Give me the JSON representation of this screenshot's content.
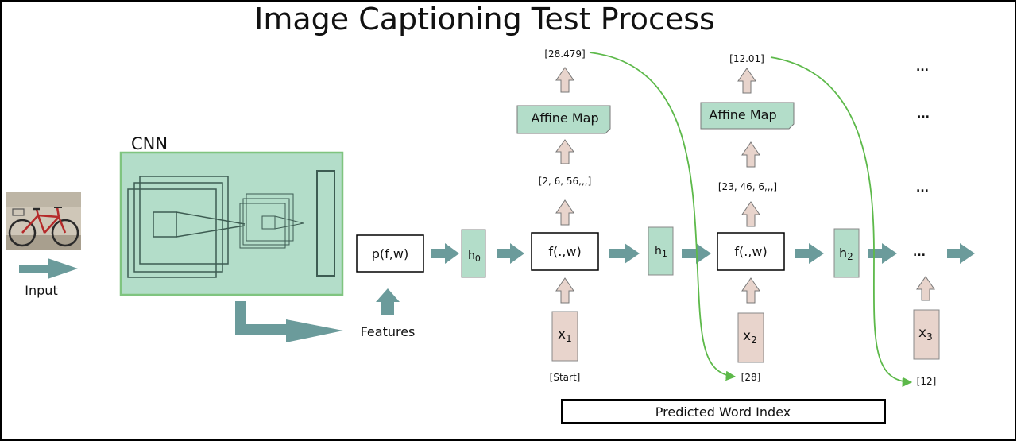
{
  "title": "Image Captioning Test Process",
  "input_label": "Input",
  "cnn_label": "CNN",
  "features_label": "Features",
  "p_box": "p(f,w)",
  "h_labels": [
    "h",
    "h",
    "h"
  ],
  "h_subs": [
    "0",
    "1",
    "2"
  ],
  "f_box": "f(.,w)",
  "x_labels": [
    "x",
    "x",
    "x"
  ],
  "x_subs": [
    "1",
    "2",
    "3"
  ],
  "affine_label": "Affine Map",
  "vectors": [
    "[2, 6, 56,,,]",
    "[23, 46, 6,,,]"
  ],
  "scores": [
    "[28.479]",
    "[12.01]"
  ],
  "start_label": "[Start]",
  "predicted_indices": [
    "[28]",
    "[12]"
  ],
  "ellipsis": "...",
  "predicted_word_index_label": "Predicted Word Index",
  "colors": {
    "teal_arrow": "#6b9b9b",
    "green_box_fill": "#b3ddc9",
    "green_border": "#7fc47f",
    "pink_fill": "#e8d4cc",
    "curve_green": "#5db94a"
  }
}
